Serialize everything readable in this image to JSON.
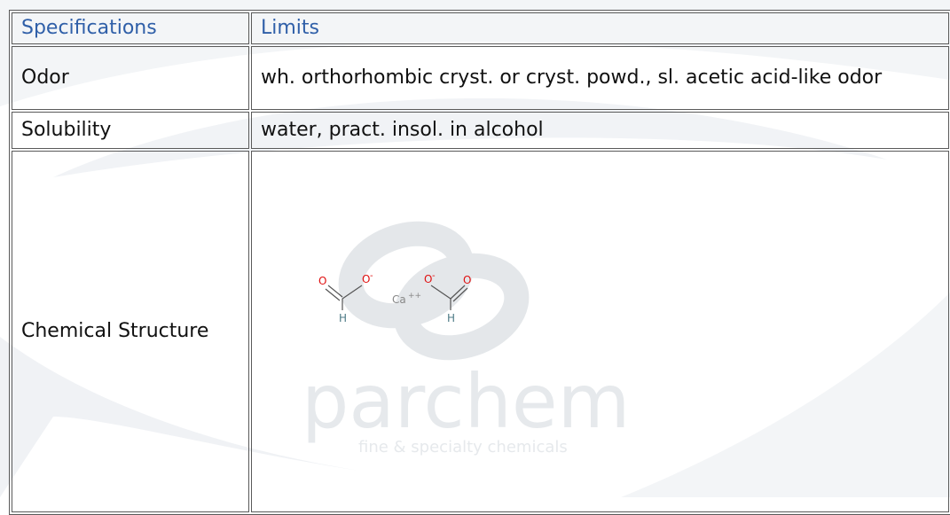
{
  "watermark": {
    "brand": "parchem",
    "tagline": "fine & specialty chemicals"
  },
  "table": {
    "headers": [
      "Specifications",
      "Limits"
    ],
    "rows": [
      {
        "spec": "Odor",
        "limit": "wh. orthorhombic cryst. or cryst. powd., sl. acetic acid-like odor"
      },
      {
        "spec": "Solubility",
        "limit": "water, pract. insol. in alcohol"
      },
      {
        "spec": "Chemical Structure",
        "limit": ""
      }
    ]
  },
  "structure": {
    "atoms": {
      "oxygen": "O",
      "oxygen_anion": "O",
      "charge_minus": "-",
      "hydrogen": "H",
      "calcium": "Ca",
      "calcium_charge": "++"
    }
  },
  "colors": {
    "header_text": "#2f5fa8",
    "border": "#5a5a5a",
    "watermark": "#e9ecef",
    "oxygen": "#e01010",
    "hydrogen": "#4d7a86",
    "bond": "#555555",
    "calcium": "#888888"
  }
}
